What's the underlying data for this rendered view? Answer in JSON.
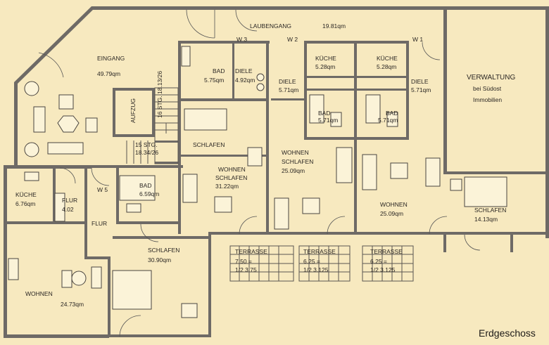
{
  "caption": "Erdgeschoss",
  "rooms": {
    "eingang": {
      "name": "EINGANG",
      "area": "49.79qm"
    },
    "laubengang": {
      "name": "LAUBENGANG",
      "area": "19.81qm"
    },
    "w3": "W 3",
    "w2": "W 2",
    "w1": "W 1",
    "w5": "W 5",
    "bad_w3": {
      "name": "BAD",
      "area": "5.75qm"
    },
    "diele_w3": {
      "name": "DIELE",
      "area": "4.92qm"
    },
    "kueche_w2": {
      "name": "KÜCHE",
      "area": "5.28qm"
    },
    "kueche_w1": {
      "name": "KÜCHE",
      "area": "5.28qm"
    },
    "diele_w2": {
      "name": "DIELE",
      "area": "5.71qm"
    },
    "diele_w1": {
      "name": "DIELE",
      "area": "5.71qm"
    },
    "bad_w2": {
      "name": "BAD",
      "area": "5.71qm"
    },
    "bad_w1": {
      "name": "BAD",
      "area": "5.71qm"
    },
    "aufzug": "AUFZUG",
    "stairs_up": "16 STG.\n18.13/26",
    "stairs_down": "15 STG.\n18.34/26",
    "schlafen_w3": "SCHLAFEN",
    "wohnen_w3": {
      "name": "WOHNEN",
      "sub": "SCHLAFEN",
      "area": "31.22qm"
    },
    "wohnen_w2": {
      "name": "WOHNEN",
      "sub": "SCHLAFEN",
      "area": "25.09qm"
    },
    "wohnen_w1": {
      "name": "WOHNEN",
      "area": "25.09qm"
    },
    "verwaltung": {
      "l1": "VERWALTUNG",
      "l2": "bei Südost",
      "l3": "Immobilien"
    },
    "schlafen_admin": {
      "name": "SCHLAFEN",
      "area": "14.13qm"
    },
    "kueche_w5": {
      "name": "KÜCHE",
      "area": "6.76qm"
    },
    "flur_w5": {
      "name": "FLUR",
      "area": "4.02"
    },
    "flur2_w5": "FLUR",
    "bad_w5": {
      "name": "BAD",
      "area": "6.59qm"
    },
    "schlafen_w5": {
      "name": "SCHLAFEN",
      "area": "30.90qm"
    },
    "wohnen_w5": {
      "name": "WOHNEN",
      "area": "24.73qm"
    }
  },
  "terraces": [
    {
      "name": "TERRASSE",
      "l1": "7.50   =",
      "l2": "1/2  3.75"
    },
    {
      "name": "TERRASSE",
      "l1": "6.25   =",
      "l2": "1/2  3.125"
    },
    {
      "name": "TERRASSE",
      "l1": "6.25   =",
      "l2": "1/2  3.125"
    }
  ]
}
